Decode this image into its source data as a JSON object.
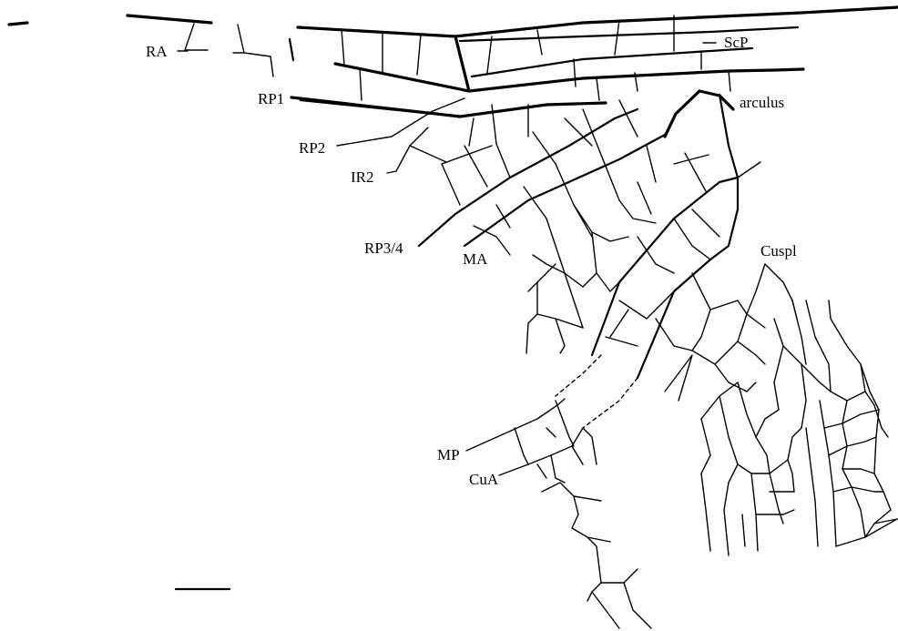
{
  "labels": {
    "ra": "RA",
    "rp1": "RP1",
    "rp2": "RP2",
    "ir2": "IR2",
    "rp34": "RP3/4",
    "ma": "MA",
    "mp": "MP",
    "cua": "CuA",
    "scp": "ScP",
    "arculus": "arculus",
    "cuspl": "Cuspl"
  },
  "colors": {
    "ink": "#000000",
    "background": "#ffffff"
  }
}
